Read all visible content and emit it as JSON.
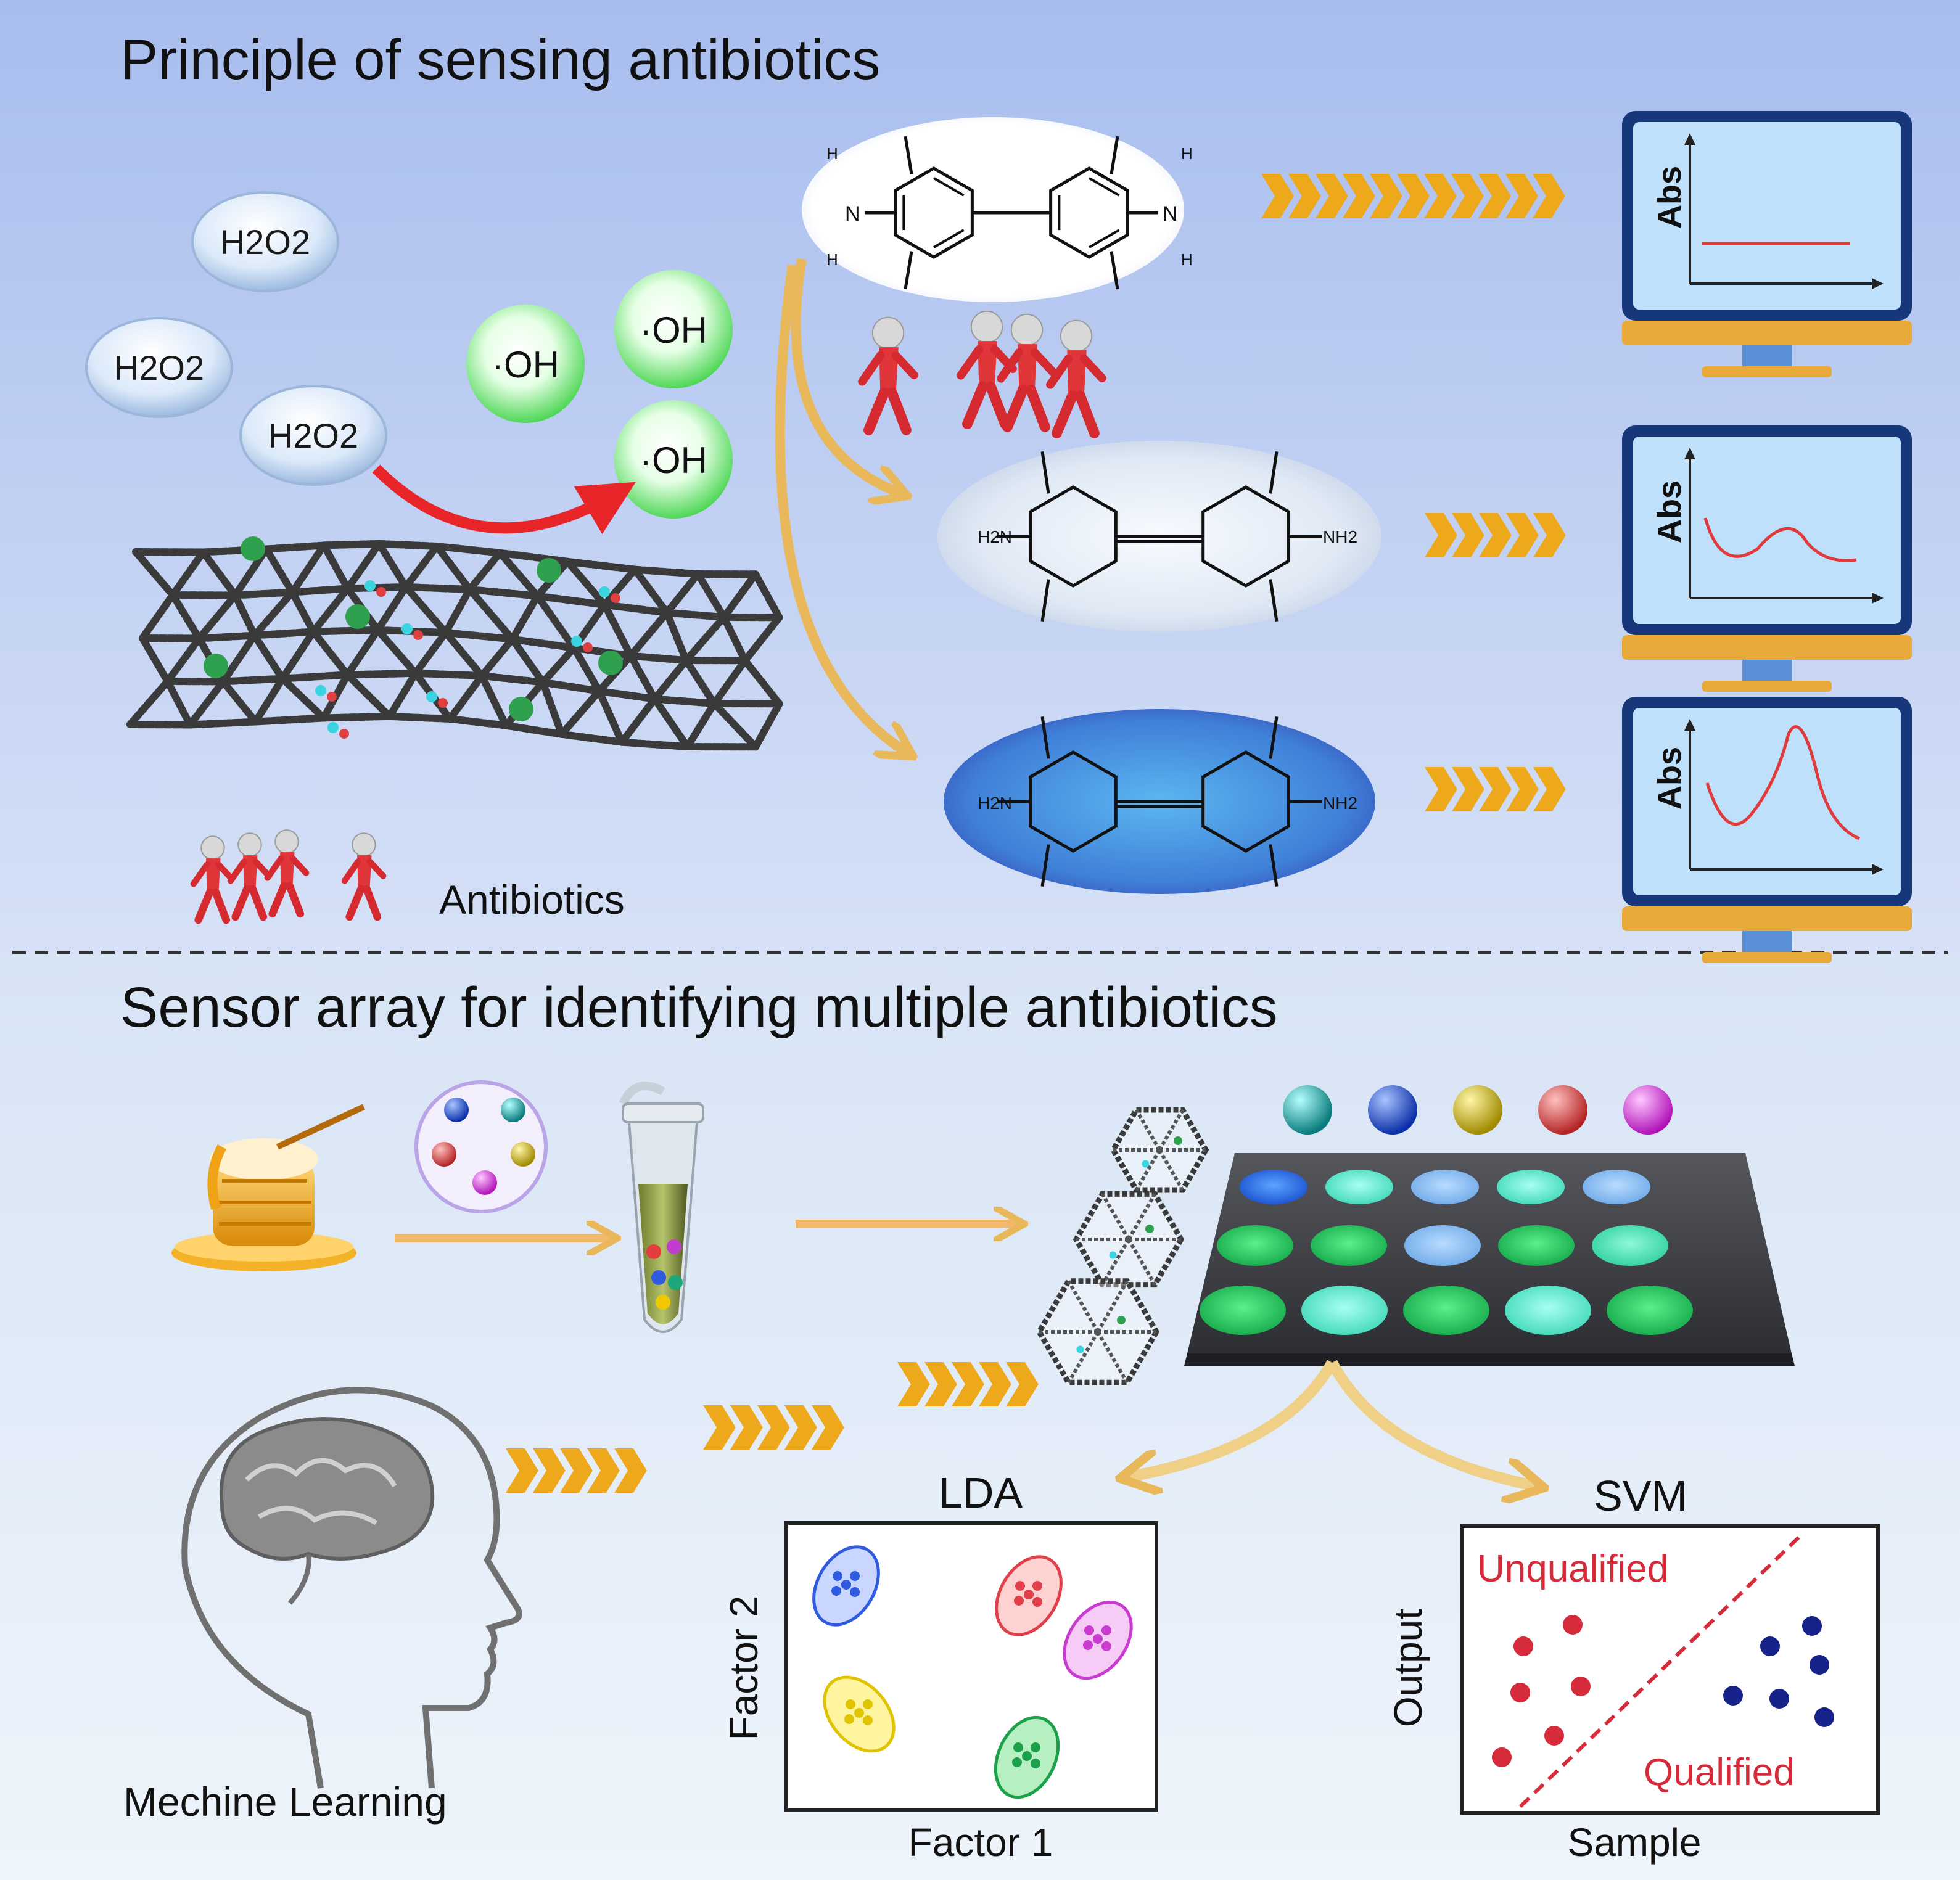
{
  "sections": {
    "top_title": "Principle of sensing antibiotics",
    "bottom_title": "Sensor array for identifying multiple antibiotics"
  },
  "bubbles": {
    "h2o2": [
      "H2O2",
      "H2O2",
      "H2O2"
    ],
    "oh": [
      "·OH",
      "·OH",
      "·OH"
    ]
  },
  "legend": {
    "antibiotics": "Antibiotics"
  },
  "molecules": {
    "nh_label_left": "N",
    "nh_label_right": "N",
    "h": "H",
    "iminium_left": "H2N",
    "iminium_right": "NH2"
  },
  "monitors": {
    "axis_label": "Abs"
  },
  "brain": {
    "label": "Mechine Learning"
  },
  "lda": {
    "title": "LDA",
    "xlabel": "Factor 1",
    "ylabel": "Factor 2",
    "clusters": [
      {
        "color": "#2f5be0",
        "fill": "#c9d6ff"
      },
      {
        "color": "#e0404a",
        "fill": "#ffd2d2"
      },
      {
        "color": "#c83cd0",
        "fill": "#f6ccf7"
      },
      {
        "color": "#e0c400",
        "fill": "#fff4a0"
      },
      {
        "color": "#1ca04a",
        "fill": "#b6f0c2"
      }
    ]
  },
  "svm": {
    "title": "SVM",
    "xlabel": "Sample",
    "ylabel": "Output",
    "upper_label": "Unqualified",
    "lower_label": "Qualified",
    "unqualified_color": "#d62b3a",
    "qualified_color": "#16228a"
  },
  "colors": {
    "top_bg": "#a9c0ee",
    "bottom_bg": "#dde8f6",
    "arrow_gold": "#eea81c",
    "red_arrow": "#e8262a",
    "screen": "#bfe0fb",
    "monitor_frame": "#16387a",
    "monitor_stand": "#e6a93a",
    "spectrum_line": "#e03a3a"
  }
}
